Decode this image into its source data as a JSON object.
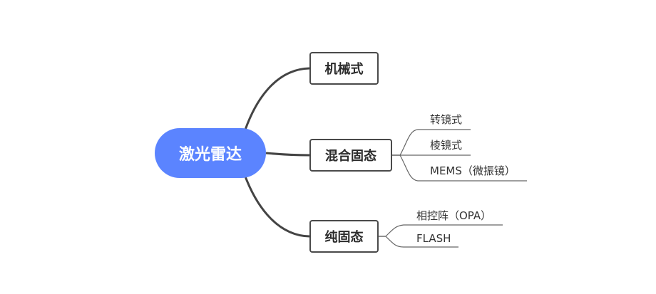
{
  "mindmap": {
    "root": {
      "label": "激光雷达",
      "color": "#5b84ff"
    },
    "branches": [
      {
        "label": "机械式",
        "children": []
      },
      {
        "label": "混合固态",
        "children": [
          "转镜式",
          "棱镜式",
          "MEMS（微振镜）"
        ]
      },
      {
        "label": "纯固态",
        "children": [
          "相控阵（OPA）",
          "FLASH"
        ]
      }
    ],
    "line_color": "#4a4a4a"
  }
}
